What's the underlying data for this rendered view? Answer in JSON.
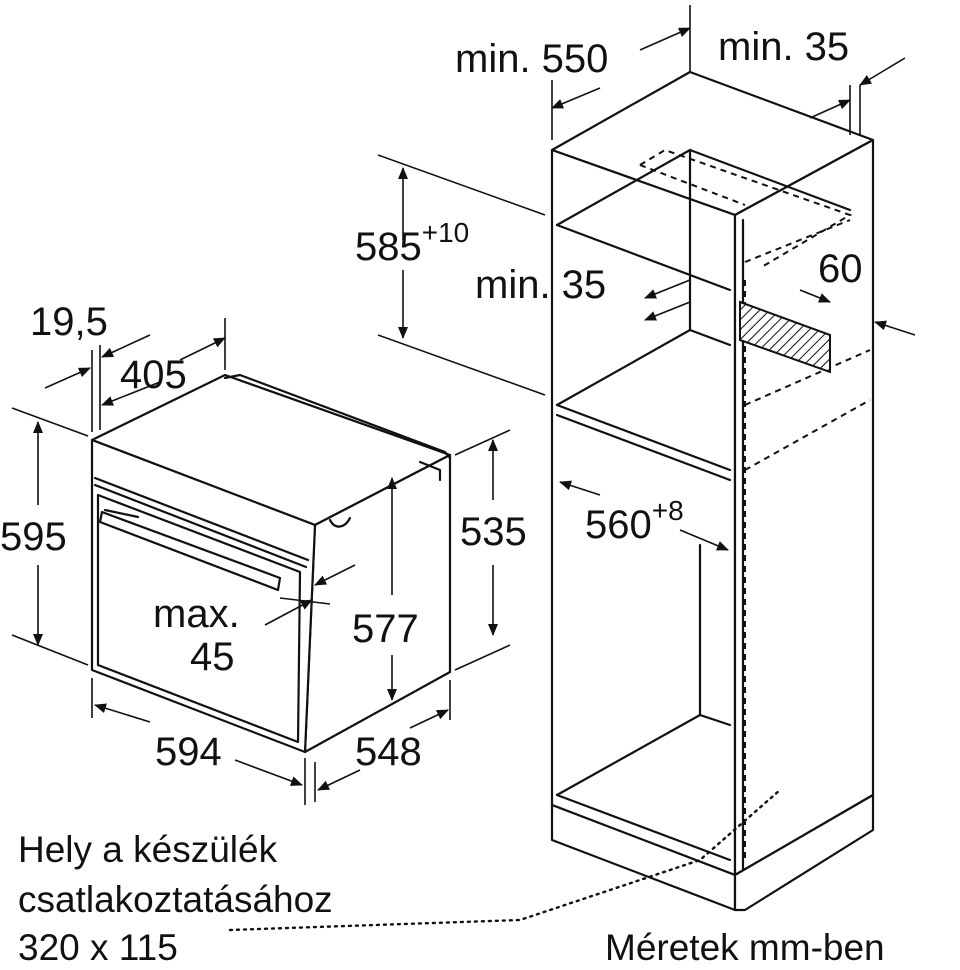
{
  "cabinet": {
    "min_depth": "min. 550",
    "min_side_gap": "min. 35",
    "niche_height": "585",
    "niche_height_tol": "+10",
    "min_rear_gap": "min. 35",
    "rear_vent": "60",
    "niche_width": "560",
    "niche_width_tol": "+8"
  },
  "oven": {
    "panel_offset": "19,5",
    "control_depth": "405",
    "height": "595",
    "body_height": "535",
    "inner_height": "577",
    "handle_label": "max.",
    "handle_value": "45",
    "width": "594",
    "depth": "548"
  },
  "notes": {
    "connection_line1": "Hely a készülék",
    "connection_line2": "csatlakoztatásához",
    "connection_size": "320 x 115",
    "units": "Méretek mm-ben"
  }
}
